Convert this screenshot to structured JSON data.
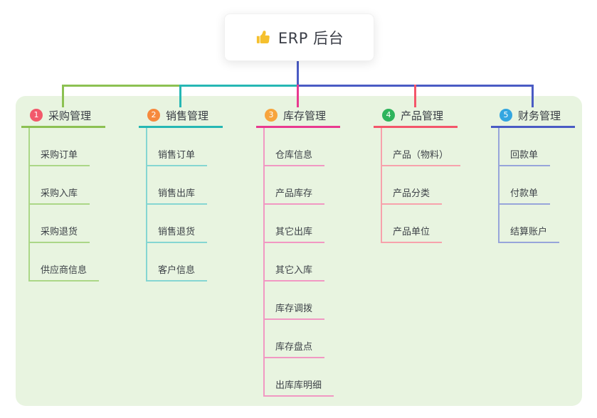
{
  "root": {
    "title": "ERP 后台",
    "icon": "thumbs-up-icon"
  },
  "branches": [
    {
      "number": "1",
      "label": "采购管理",
      "badge_color": "#f2596b",
      "line_color": "#8cc152",
      "light_color": "#abd787",
      "children": [
        "采购订单",
        "采购入库",
        "采购退货",
        "供应商信息"
      ]
    },
    {
      "number": "2",
      "label": "销售管理",
      "badge_color": "#f6893d",
      "line_color": "#26b7b4",
      "light_color": "#85d6d2",
      "children": [
        "销售订单",
        "销售出库",
        "销售退货",
        "客户信息"
      ]
    },
    {
      "number": "3",
      "label": "库存管理",
      "badge_color": "#f7a43c",
      "line_color": "#e93a90",
      "light_color": "#f198c3",
      "children": [
        "仓库信息",
        "产品库存",
        "其它出库",
        "其它入库",
        "库存调拨",
        "库存盘点",
        "出库库明细"
      ]
    },
    {
      "number": "4",
      "label": "产品管理",
      "badge_color": "#2eb45c",
      "line_color": "#f4566a",
      "light_color": "#f7a2ac",
      "children": [
        "产品（物料）",
        "产品分类",
        "产品单位"
      ]
    },
    {
      "number": "5",
      "label": "财务管理",
      "badge_color": "#33a6e0",
      "line_color": "#4a5bc4",
      "light_color": "#97a5da",
      "children": [
        "回款单",
        "付款单",
        "结算账户"
      ]
    }
  ],
  "colors": {
    "canvas_bg": "#ffffff",
    "panel_bg": "#e8f4e0",
    "root_connector": "#4a5bc4",
    "bus_segments": [
      "#8cc152",
      "#26b7b4",
      "#4a5bc4"
    ],
    "thumb_icon": "#f5c02e",
    "text": "#3d4248"
  }
}
